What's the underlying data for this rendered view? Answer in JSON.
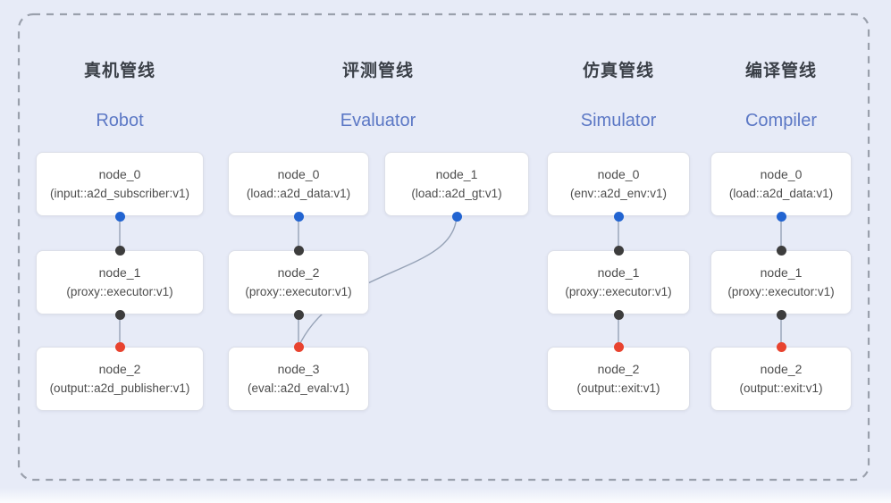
{
  "diagram": {
    "pipelines": [
      {
        "id": "robot",
        "title_zh": "真机管线",
        "title_en": "Robot",
        "nodes": [
          {
            "name": "node_0",
            "impl": "(input::a2d_subscriber:v1)",
            "out_port": "blue"
          },
          {
            "name": "node_1",
            "impl": "(proxy::executor:v1)",
            "in_port": "black",
            "out_port": "black"
          },
          {
            "name": "node_2",
            "impl": "(output::a2d_publisher:v1)",
            "in_port": "red"
          }
        ],
        "edges": [
          {
            "from": "node_0",
            "to": "node_1"
          },
          {
            "from": "node_1",
            "to": "node_2"
          }
        ]
      },
      {
        "id": "evaluator",
        "title_zh": "评测管线",
        "title_en": "Evaluator",
        "nodes": [
          {
            "name": "node_0",
            "impl": "(load::a2d_data:v1)",
            "out_port": "blue"
          },
          {
            "name": "node_1",
            "impl": "(load::a2d_gt:v1)",
            "out_port": "blue"
          },
          {
            "name": "node_2",
            "impl": "(proxy::executor:v1)",
            "in_port": "black",
            "out_port": "black"
          },
          {
            "name": "node_3",
            "impl": "(eval::a2d_eval:v1)",
            "in_port": "red"
          }
        ],
        "edges": [
          {
            "from": "node_0",
            "to": "node_2"
          },
          {
            "from": "node_2",
            "to": "node_3"
          },
          {
            "from": "node_1",
            "to": "node_3",
            "curved": true
          }
        ]
      },
      {
        "id": "simulator",
        "title_zh": "仿真管线",
        "title_en": "Simulator",
        "nodes": [
          {
            "name": "node_0",
            "impl": "(env::a2d_env:v1)",
            "out_port": "blue"
          },
          {
            "name": "node_1",
            "impl": "(proxy::executor:v1)",
            "in_port": "black",
            "out_port": "black"
          },
          {
            "name": "node_2",
            "impl": "(output::exit:v1)",
            "in_port": "red"
          }
        ],
        "edges": [
          {
            "from": "node_0",
            "to": "node_1"
          },
          {
            "from": "node_1",
            "to": "node_2"
          }
        ]
      },
      {
        "id": "compiler",
        "title_zh": "编译管线",
        "title_en": "Compiler",
        "nodes": [
          {
            "name": "node_0",
            "impl": "(load::a2d_data:v1)",
            "out_port": "blue"
          },
          {
            "name": "node_1",
            "impl": "(proxy::executor:v1)",
            "in_port": "black",
            "out_port": "black"
          },
          {
            "name": "node_2",
            "impl": "(output::exit:v1)",
            "in_port": "red"
          }
        ],
        "edges": [
          {
            "from": "node_0",
            "to": "node_1"
          },
          {
            "from": "node_1",
            "to": "node_2"
          }
        ]
      }
    ],
    "port_colors": {
      "blue": "#2264D1",
      "black": "#3D3D3D",
      "red": "#E8432F"
    },
    "style_colors": {
      "background": "#E7EBF7",
      "title_zh": "#3B4048",
      "title_en": "#5C78C5",
      "edge_line": "#97A3B7",
      "dashed_border": "#9AA0AC",
      "node_border": "#DCDFE8",
      "node_fill": "#FFFFFF",
      "node_text": "#4D4D4D"
    }
  }
}
